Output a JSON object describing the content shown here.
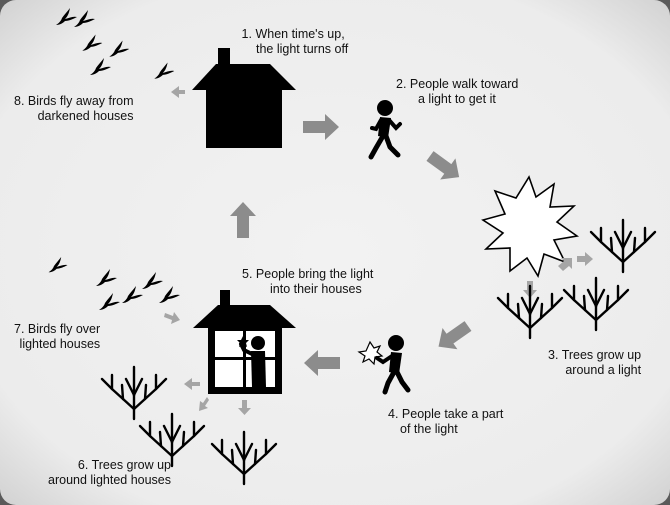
{
  "steps": [
    {
      "number": "1.",
      "line1": "When time's up,",
      "line2": "the light turns off"
    },
    {
      "number": "2.",
      "line1": "People walk toward",
      "line2": "a light to get it"
    },
    {
      "number": "3.",
      "line1": "Trees grow up",
      "line2": "around a light"
    },
    {
      "number": "4.",
      "line1": "People take a part",
      "line2": "of the light"
    },
    {
      "number": "5.",
      "line1": "People bring the light",
      "line2": "into their houses"
    },
    {
      "number": "6.",
      "line1": "Trees grow up",
      "line2": "around lighted houses"
    },
    {
      "number": "7.",
      "line1": "Birds fly over",
      "line2": "lighted houses"
    },
    {
      "number": "8.",
      "line1": "Birds fly away from",
      "line2": "darkened houses"
    }
  ],
  "colors": {
    "background": "#eeeeee",
    "vignette": "#5a5a5a",
    "ink": "#000000",
    "arrow": "#8c8c8c",
    "small_arrow": "#a5a5a5",
    "light": "#ffffff"
  },
  "icons": {
    "dark_house": "house-icon",
    "lit_house": "lighted-house-icon",
    "walker": "walking-person-icon",
    "carrier": "person-carrying-light-icon",
    "light": "starburst-light-icon",
    "tree": "tree-icon",
    "bird": "bird-icon"
  }
}
